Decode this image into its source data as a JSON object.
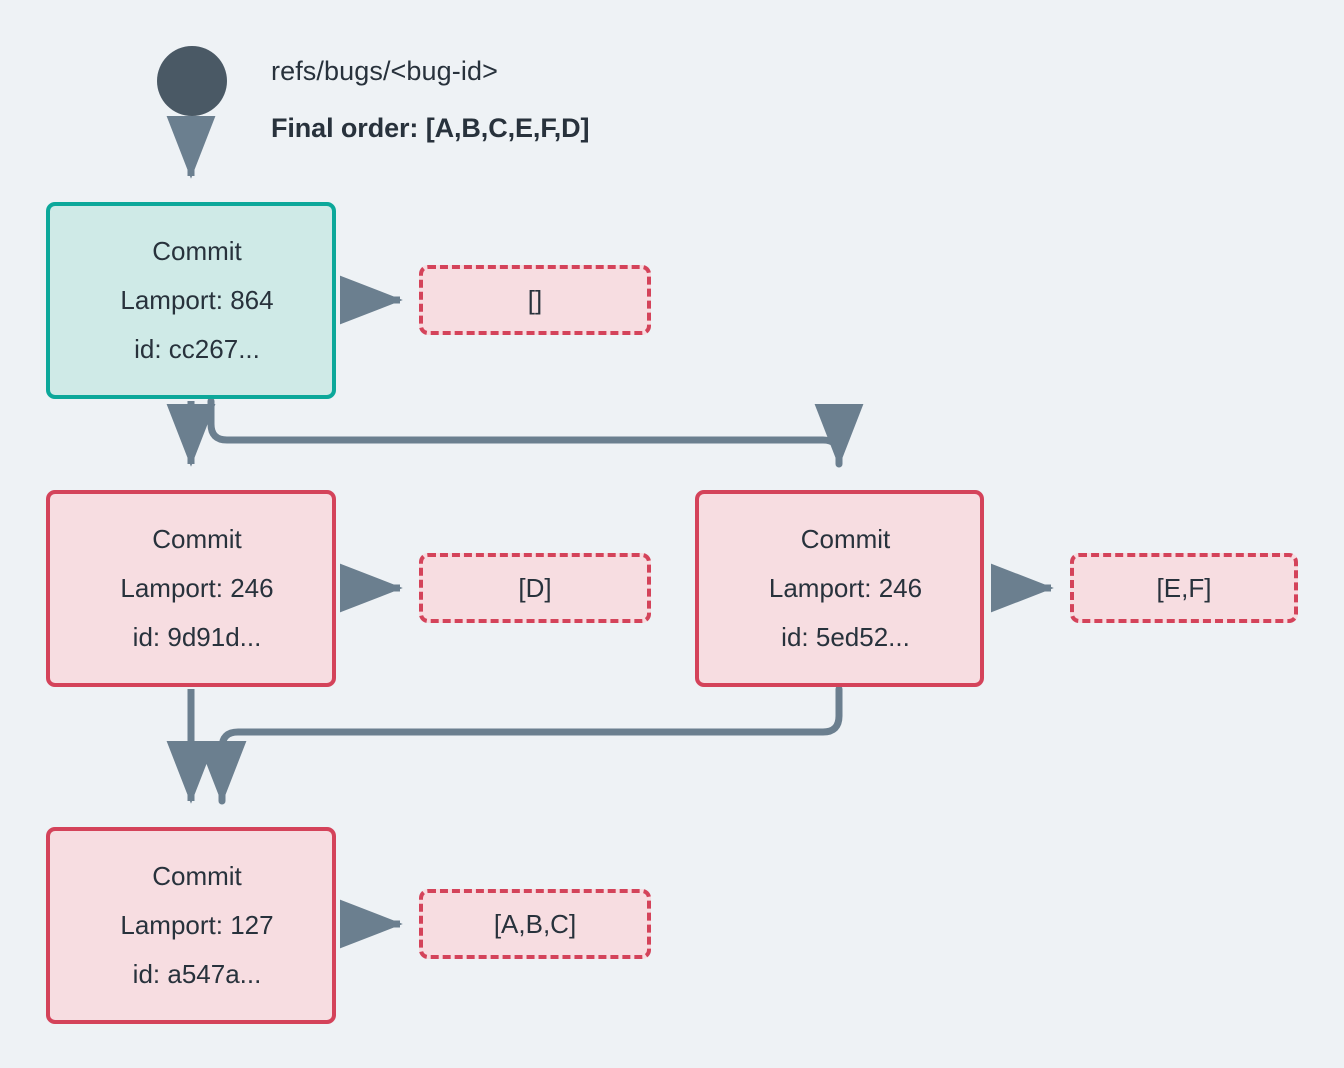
{
  "diagram": {
    "background_color": "#eef2f5",
    "root": {
      "icon": "filled-circle-node",
      "color": "#4a5965"
    },
    "header": {
      "ref_label": "refs/bugs/<bug-id>",
      "final_order_label": "Final order: [A,B,C,E,F,D]"
    },
    "palette": {
      "teal_border": "#0ca89a",
      "teal_fill": "#cfeae7",
      "red_border": "#d4435a",
      "red_fill": "#f7dde1",
      "edge": "#6b7f8f",
      "text": "#28323c"
    },
    "nodes": [
      {
        "id": "node-a",
        "style": "teal",
        "title": "Commit",
        "lamport": "Lamport: 864",
        "commit_id": "id: cc267..."
      },
      {
        "id": "node-b",
        "style": "red",
        "title": "Commit",
        "lamport": "Lamport: 246",
        "commit_id": "id: 9d91d..."
      },
      {
        "id": "node-c",
        "style": "red",
        "title": "Commit",
        "lamport": "Lamport: 246",
        "commit_id": "id: 5ed52..."
      },
      {
        "id": "node-d",
        "style": "red",
        "title": "Commit",
        "lamport": "Lamport: 127",
        "commit_id": "id: a547a..."
      }
    ],
    "op_labels": [
      {
        "id": "label-a",
        "text": "[]"
      },
      {
        "id": "label-b",
        "text": "[D]"
      },
      {
        "id": "label-c",
        "text": "[E,F]"
      },
      {
        "id": "label-d",
        "text": "[A,B,C]"
      }
    ]
  }
}
